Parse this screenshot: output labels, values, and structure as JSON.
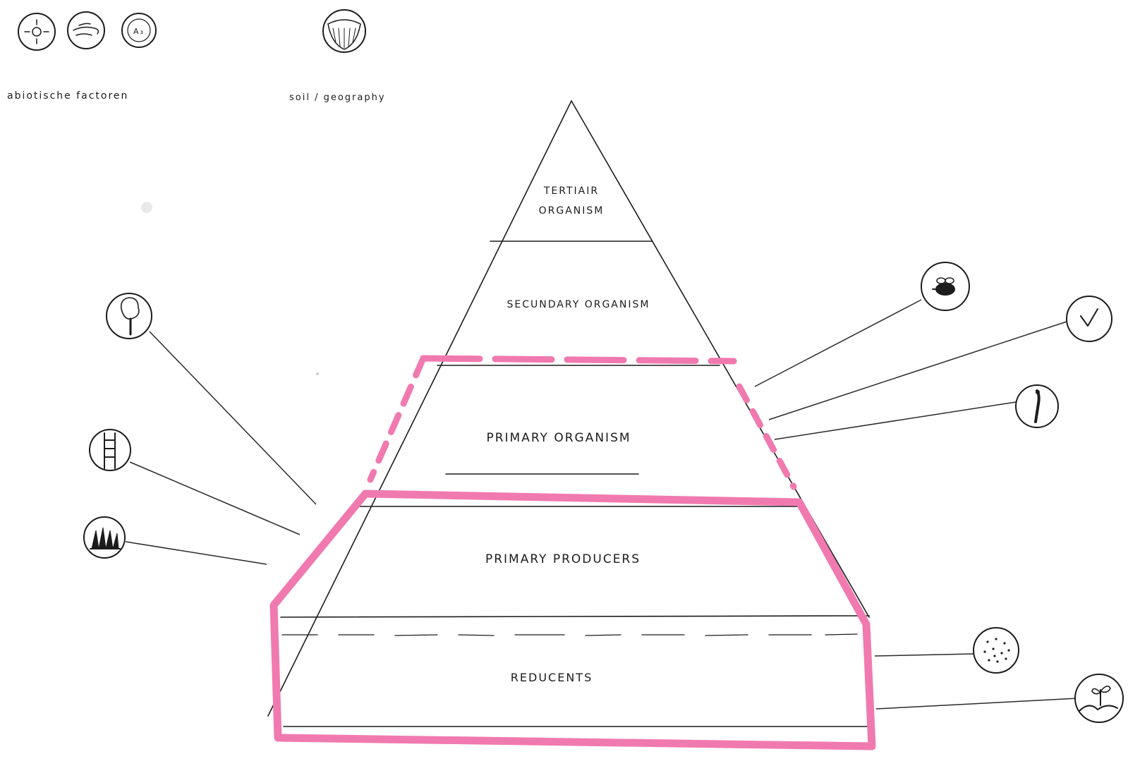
{
  "header": {
    "abiotic_label": "abiotische factoren",
    "soil_label": "soil / geography"
  },
  "pyramid": {
    "levels": [
      {
        "name": "tertiary",
        "line1": "TERTIAIR",
        "line2": "ORGANISM"
      },
      {
        "name": "secondary",
        "label": "SECUNDARY ORGANISM"
      },
      {
        "name": "primary-organism",
        "label": "PRIMARY ORGANISM"
      },
      {
        "name": "primary-producers",
        "label": "PRIMARY PRODUCERS"
      },
      {
        "name": "reducents",
        "label": "REDUCENTS"
      }
    ]
  },
  "icons": {
    "top": [
      "sun-icon",
      "wind-icon",
      "element-icon",
      "soil-bowl-icon"
    ],
    "left": [
      "tree-icon",
      "ladder-icon",
      "grass-icon"
    ],
    "right": [
      "bee-icon",
      "bird-icon",
      "worm-icon",
      "soil-particles-icon",
      "sprout-icon"
    ]
  },
  "colors": {
    "highlight": "#f07ab0",
    "ink": "#1c1c1c"
  }
}
